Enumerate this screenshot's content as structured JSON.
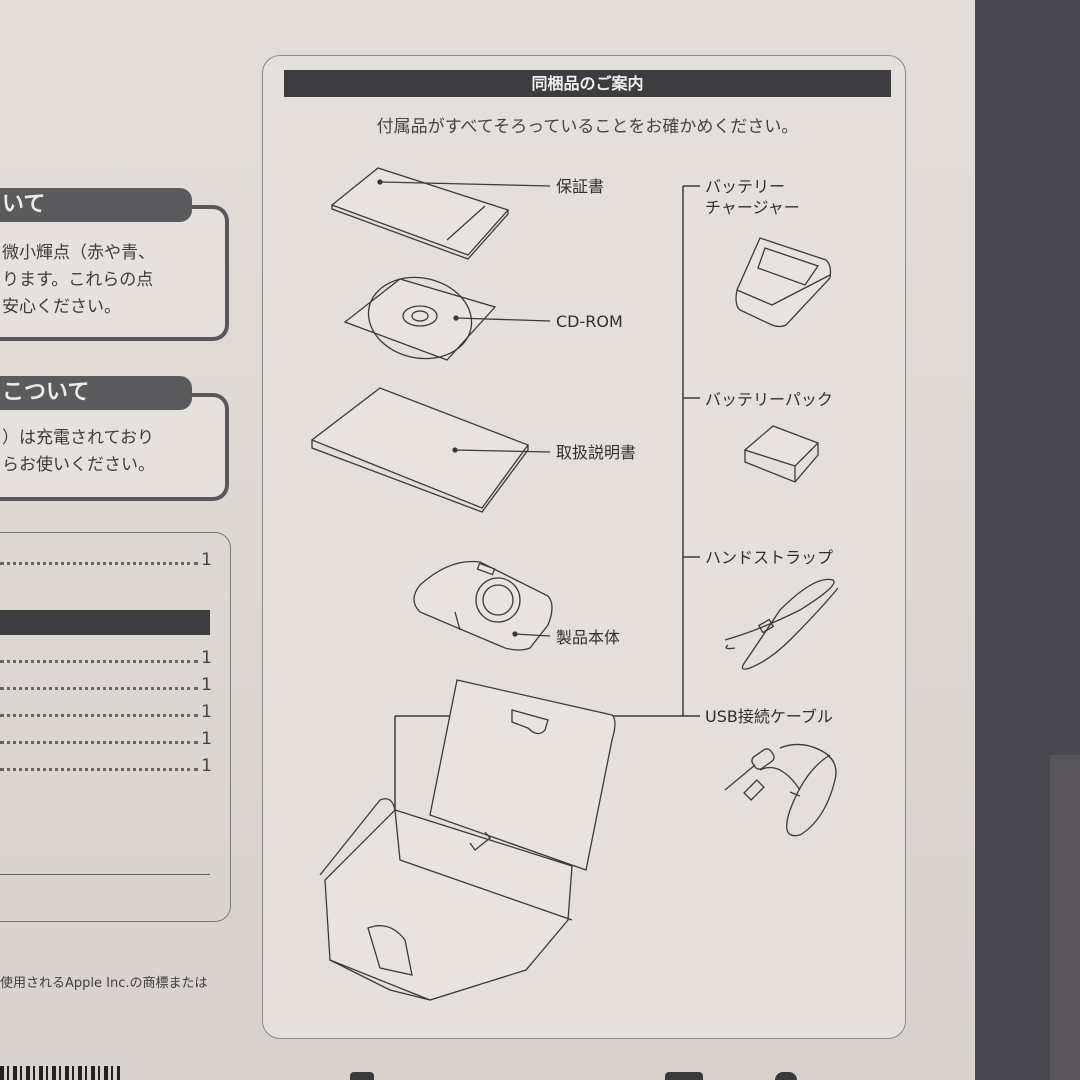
{
  "panel": {
    "title": "同梱品のご案内",
    "subtitle": "付属品がすべてそろっていることをお確かめください。",
    "left_items": [
      {
        "id": "warranty",
        "label": "保証書"
      },
      {
        "id": "cd-rom",
        "label": "CD-ROM"
      },
      {
        "id": "manual",
        "label": "取扱説明書"
      },
      {
        "id": "camera-body",
        "label": "製品本体"
      }
    ],
    "right_items": [
      {
        "id": "battery-charger",
        "label_line1": "バッテリー",
        "label_line2": "チャージャー"
      },
      {
        "id": "battery-pack",
        "label": "バッテリーパック"
      },
      {
        "id": "hand-strap",
        "label": "ハンドストラップ"
      },
      {
        "id": "usb-cable",
        "label": "USB接続ケーブル"
      }
    ]
  },
  "left_notices": [
    {
      "heading": "いて",
      "lines": [
        "微小輝点（赤や青、",
        "ります。これらの点",
        "安心ください。"
      ]
    },
    {
      "heading": "こついて",
      "lines": [
        "）は充電されており",
        "らお使いください。"
      ]
    }
  ],
  "left_list": {
    "first_qty": "1",
    "quantities": [
      "1",
      "1",
      "1",
      "1",
      "1"
    ]
  },
  "footnote": "使用されるApple  Inc.の商標または",
  "colors": {
    "paper": "#e2ddd8",
    "dark_bar": "#3d3d40",
    "notice_head": "#5b5b5d",
    "background_dark": "#4a4850"
  }
}
